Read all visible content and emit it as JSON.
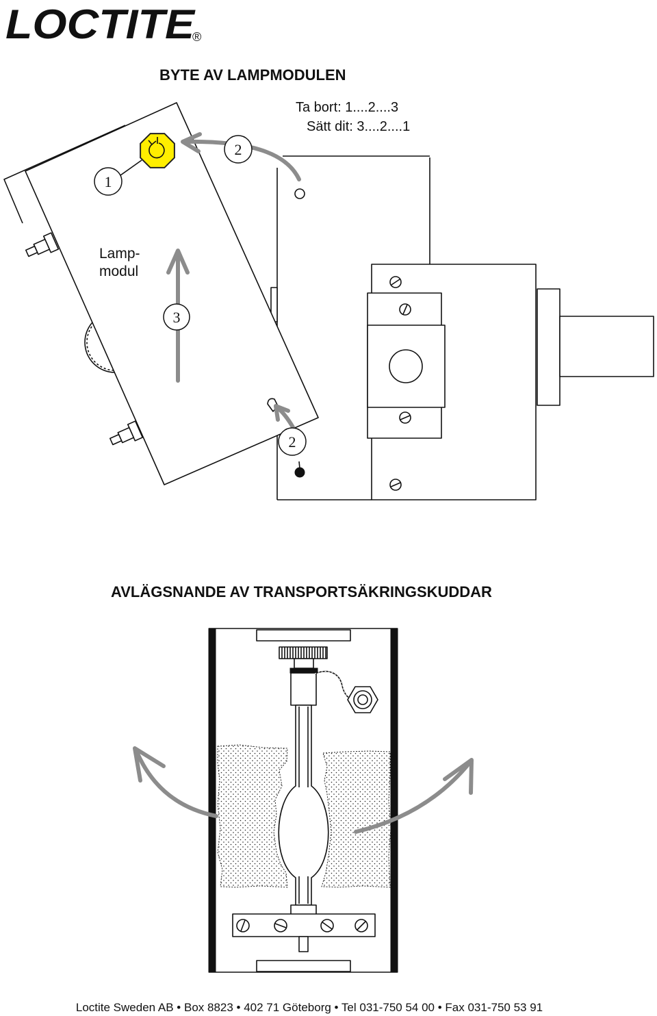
{
  "logo": {
    "wordmark": "LOCTITE",
    "registered": "®"
  },
  "section1": {
    "title": "BYTE AV LAMPMODULEN",
    "removal_order": "Ta bort: 1....2....3",
    "install_order": "Sätt dit: 3....2....1",
    "module_label_line1": "Lamp-",
    "module_label_line2": "modul",
    "callouts": {
      "one": "1",
      "two_top": "2",
      "two_bottom": "2",
      "three": "3"
    }
  },
  "section2": {
    "title": "AVLÄGSNANDE AV TRANSPORTSÄKRINGSKUDDAR"
  },
  "footer": {
    "text": "Loctite Sweden AB • Box 8823 • 402 71 Göteborg • Tel 031-750 54 00 • Fax 031-750 53 91"
  },
  "icons": {
    "nut": "rotate-icon",
    "arrows": "curved-arrow-icon"
  },
  "colors": {
    "highlight": "#ffee00",
    "arrow": "#8c8c8c",
    "ink": "#111111"
  }
}
